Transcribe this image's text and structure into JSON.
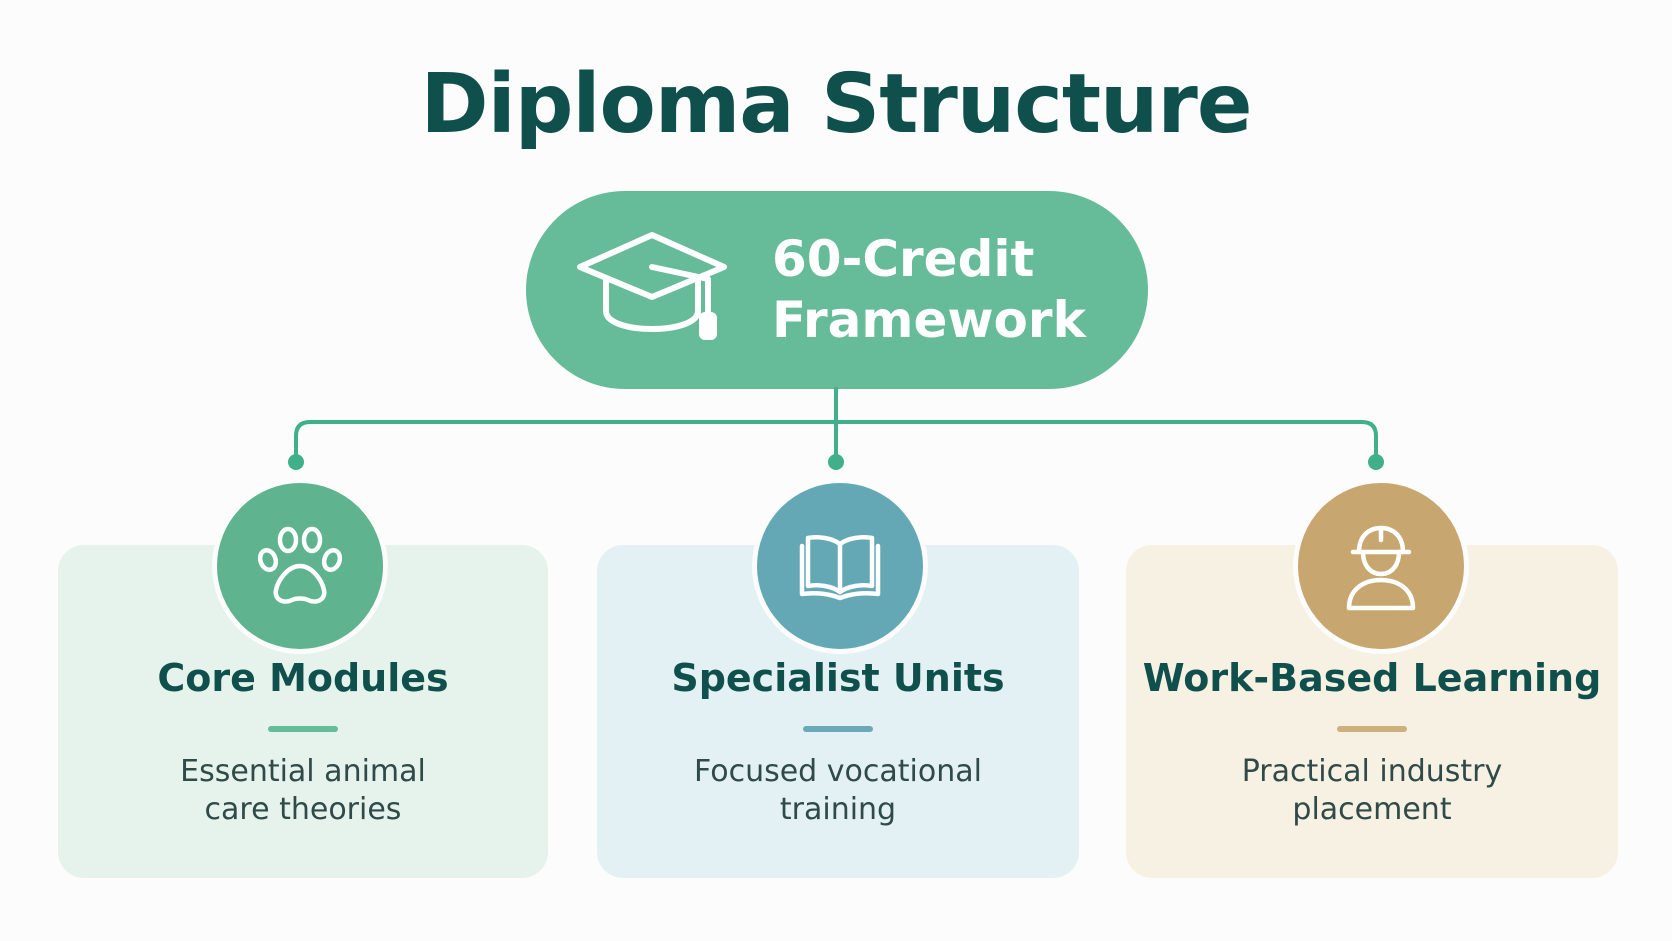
{
  "title": "Diploma Structure",
  "root": {
    "line1": "60-Credit",
    "line2": "Framework",
    "icon": "graduation-cap-icon"
  },
  "components": [
    {
      "title": "Core Modules",
      "desc_line1": "Essential animal",
      "desc_line2": "care theories",
      "icon": "paw-icon",
      "color": "#5fb48f"
    },
    {
      "title": "Specialist Units",
      "desc_line1": "Focused vocational",
      "desc_line2": "training",
      "icon": "open-book-icon",
      "color": "#64a8b5"
    },
    {
      "title": "Work-Based Learning",
      "desc_line1": "Practical industry",
      "desc_line2": "placement",
      "icon": "hard-hat-worker-icon",
      "color": "#c7a76f"
    }
  ],
  "colors": {
    "title": "#10504c",
    "root_fill": "#66bb99",
    "connector": "#3fb08a"
  }
}
